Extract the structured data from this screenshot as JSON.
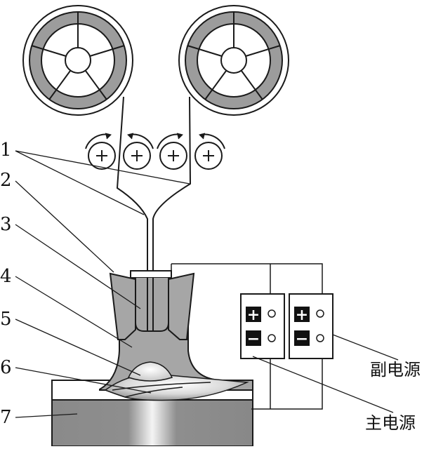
{
  "diagram": {
    "callouts": [
      "1",
      "2",
      "3",
      "4",
      "5",
      "6",
      "7"
    ],
    "labels": {
      "aux_power": "副电源",
      "main_power": "主电源"
    },
    "terminal_symbols": {
      "plus": "+",
      "minus": "−"
    },
    "colors": {
      "line": "#1a1a1a",
      "flux": "#a6a6a6",
      "reel_ring": "#9c9c9c",
      "workpiece": "#8f8f8f"
    }
  }
}
